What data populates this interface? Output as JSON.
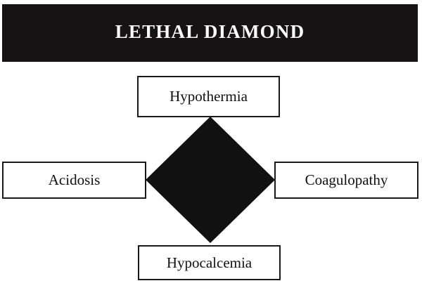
{
  "banner": {
    "title": "LETHAL DIAMOND",
    "background_color": "#151313",
    "text_color": "#ffffff"
  },
  "diagram": {
    "type": "diamond",
    "center_shape_name": "lethal-diamond",
    "center_shape_color": "#111111",
    "border_color": "#1a1a1a",
    "background_color": "#ffffff",
    "nodes": [
      {
        "id": "hypothermia",
        "label": "Hypothermia",
        "position": "top"
      },
      {
        "id": "acidosis",
        "label": "Acidosis",
        "position": "left"
      },
      {
        "id": "coagulopathy",
        "label": "Coagulopathy",
        "position": "right"
      },
      {
        "id": "hypocalcemia",
        "label": "Hypocalcemia",
        "position": "bottom"
      }
    ]
  }
}
